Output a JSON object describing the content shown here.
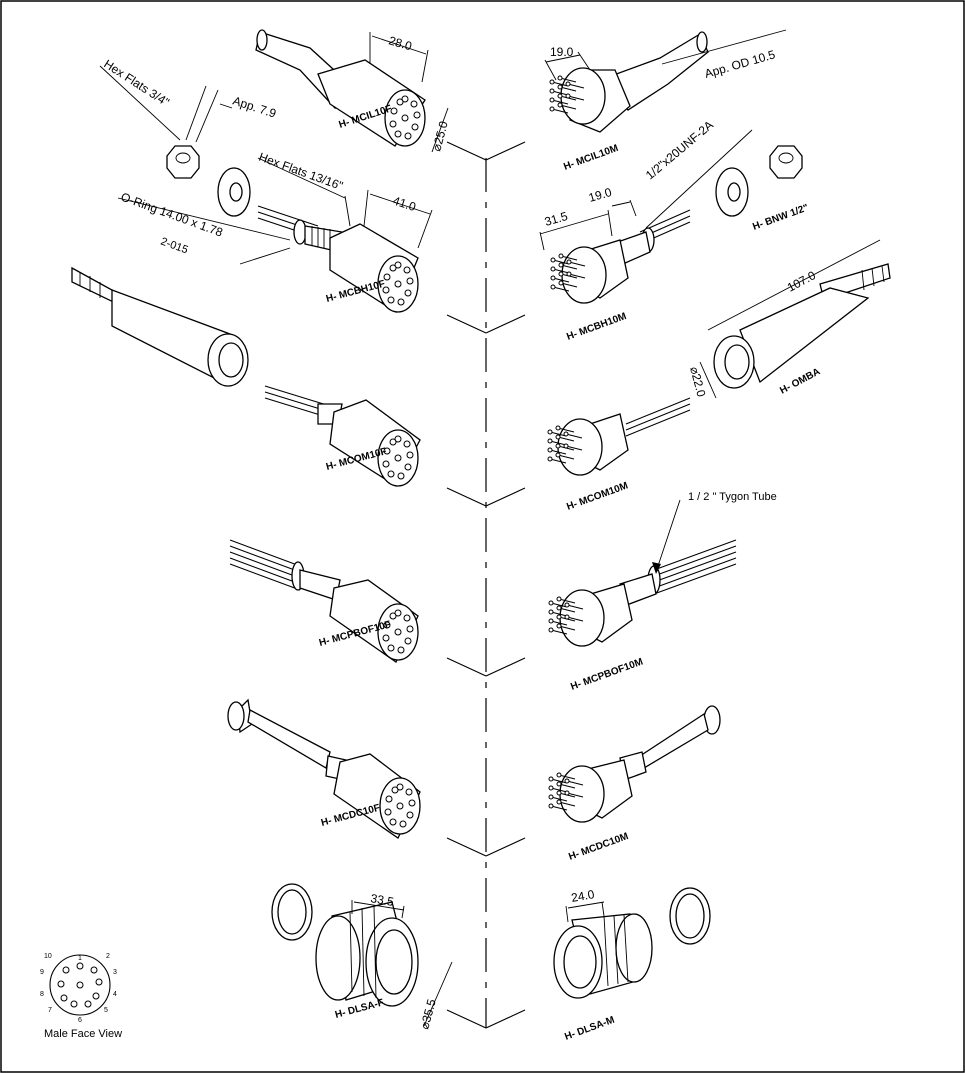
{
  "dims": {
    "d_28_0": "28.0",
    "d_19_0a": "19.0",
    "d_app_od": "App. OD 10.5",
    "d_phi25": "⌀25.0",
    "d_hex34": "Hex Flats 3/4\"",
    "d_app79": "App. 7.9",
    "d_hex1316": "Hex Flats 13/16\"",
    "d_41_0": "41.0",
    "d_oring": "O-Ring 14.00 x 1.78",
    "d_2015": "2-015",
    "d_thread": "1/2\"x20UNF-2A",
    "d_31_5": "31.5",
    "d_19_0b": "19.0",
    "d_107": "107.0",
    "d_phi22": "⌀22.0",
    "d_tygon": "1 / 2 \" Tygon Tube",
    "d_33_5": "33.5",
    "d_phi35": "⌀35.5",
    "d_24_0": "24.0"
  },
  "labels": {
    "mcil10f": "H- MCIL10F",
    "mcil10m": "H- MCIL10M",
    "bnw": "H- BNW 1/2\"",
    "mcbh10f": "H- MCBH10F",
    "mcbh10m": "H- MCBH10M",
    "omba": "H- OMBA",
    "mcom10f": "H- MCOM10F",
    "mcom10m": "H- MCOM10M",
    "mcpbof10f": "H- MCPBOF10F",
    "mcpbof10m": "H- MCPBOF10M",
    "mcdc10f": "H- MCDC10F",
    "mcdc10m": "H- MCDC10M",
    "dlsaf": "H- DLSA-F",
    "dlsam": "H- DLSA-M"
  },
  "face_view": {
    "caption": "Male Face View",
    "pins": [
      "1",
      "2",
      "3",
      "4",
      "5",
      "6",
      "7",
      "8",
      "9",
      "10"
    ]
  }
}
